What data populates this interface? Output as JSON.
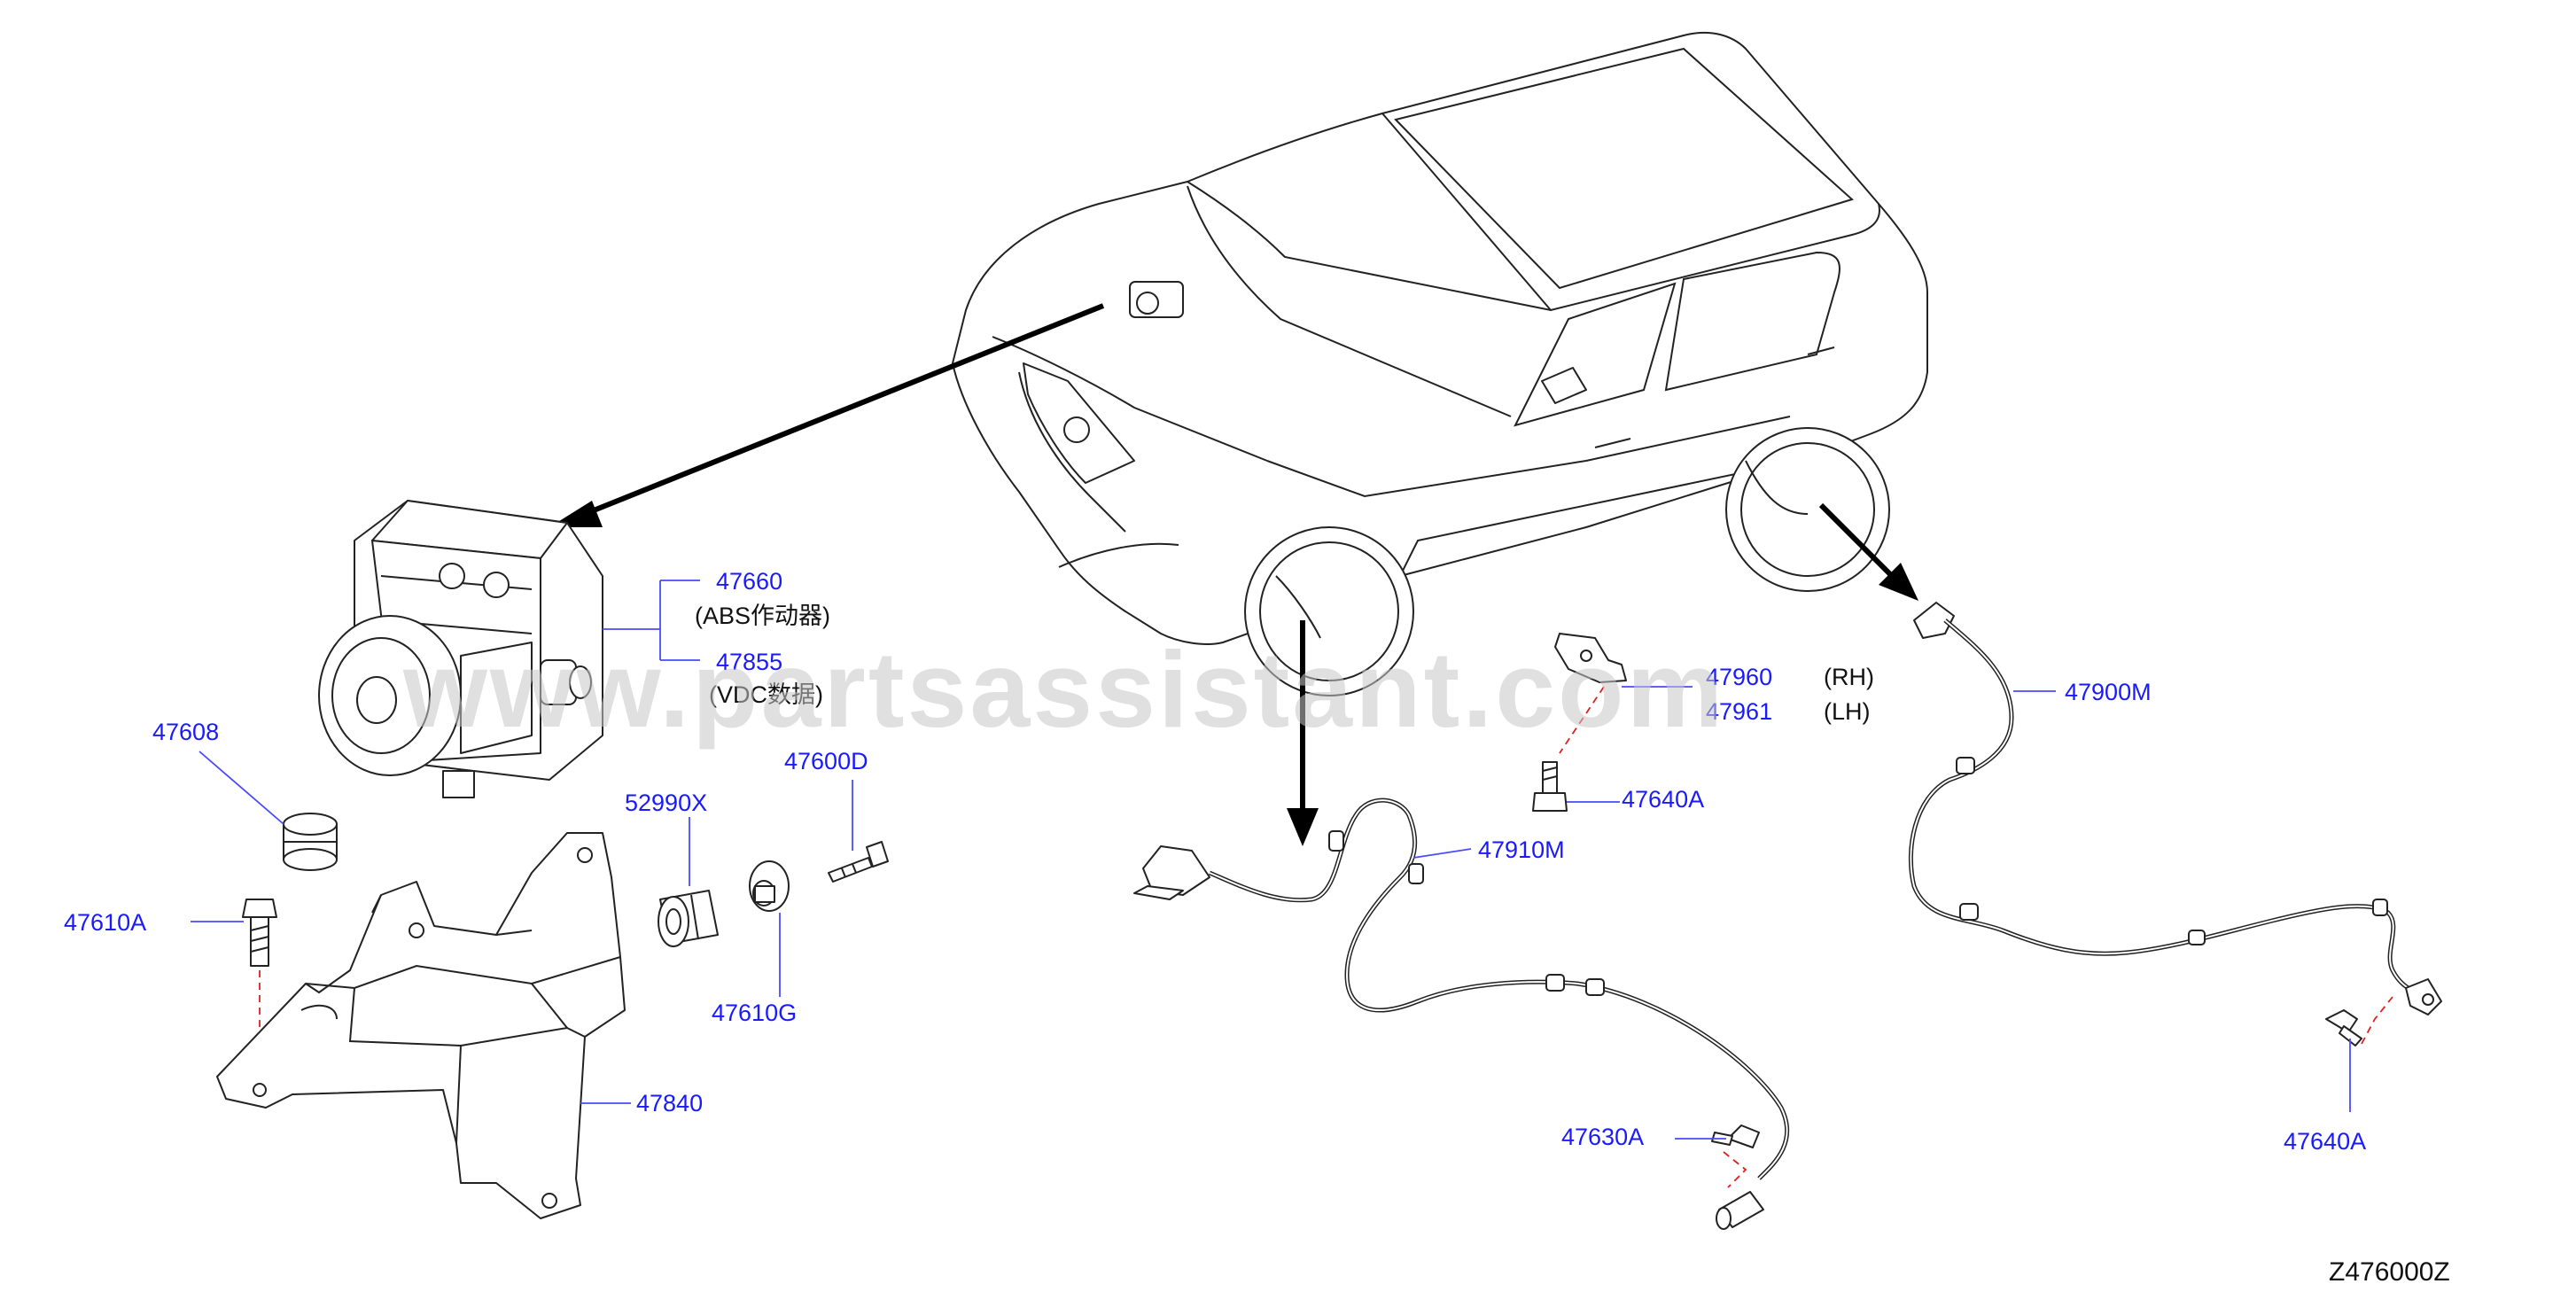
{
  "watermark": "www.partsassistant.com",
  "diagram_code": "Z476000Z",
  "labels": {
    "p47660": "47660",
    "abs_actuator": "(ABS作动器)",
    "p47855": "47855",
    "vdc_data": "(VDC数据)",
    "p47608": "47608",
    "p47610a": "47610A",
    "p52990x": "52990X",
    "p47600d": "47600D",
    "p47610g": "47610G",
    "p47840": "47840",
    "p47960": "47960",
    "rh": "(RH)",
    "p47961": "47961",
    "lh": "(LH)",
    "p47900m": "47900M",
    "p47640a_top": "47640A",
    "p47910m": "47910M",
    "p47630a": "47630A",
    "p47640a_bottom": "47640A"
  },
  "colors": {
    "label": "#1a1aff",
    "leader": "#4a4aff",
    "dashed_guide": "#e02020",
    "watermark": "#c8c8c8"
  }
}
